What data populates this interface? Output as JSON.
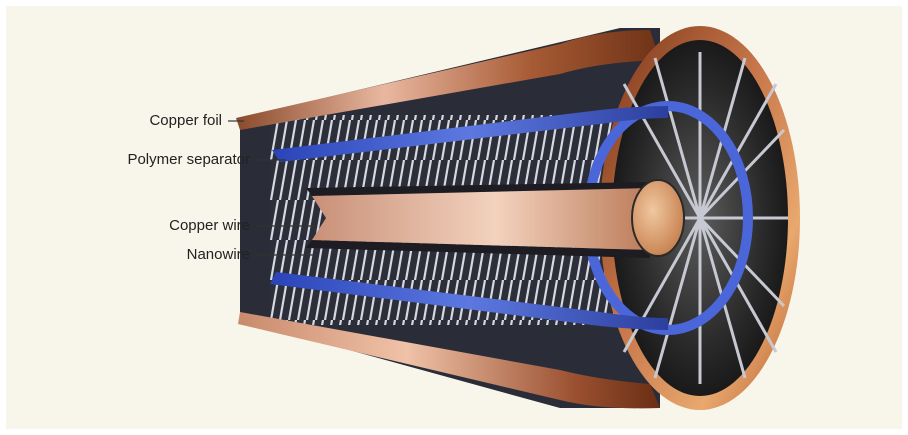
{
  "diagram": {
    "labels": {
      "copper_foil": "Copper foil",
      "polymer_separator": "Polymer separator",
      "copper_wire": "Copper wire",
      "nanowire": "Nanowire"
    },
    "colors": {
      "background": "#f8f5ea",
      "copper_dark": "#7a3a1a",
      "copper_light": "#e8b89a",
      "separator_blue": "#3a57c8",
      "core_dark": "#1e1e1e",
      "nanowire_gray": "#b9bcc6"
    }
  }
}
